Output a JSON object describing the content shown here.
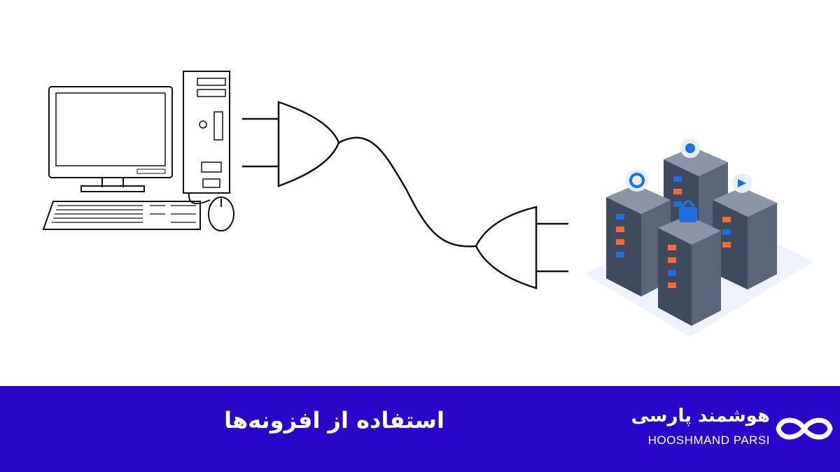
{
  "caption": "استفاده از افزونه‌ها",
  "brand": {
    "name_fa": "هوشمند پارسی",
    "name_en": "HOOSHMAND PARSI"
  },
  "colors": {
    "footer_bg": "#2a06c8",
    "footer_text": "#ffffff",
    "line_art": "#111111",
    "server_body": "#3f4a5c",
    "server_accent": "#f26b3a",
    "server_blue": "#1f6fe0"
  },
  "icons": {
    "computer": "desktop-computer-icon",
    "plug_left": "plug-connector-icon",
    "plug_right": "plug-connector-icon",
    "servers": "server-rack-icon",
    "logo": "infinity-logo-icon"
  }
}
